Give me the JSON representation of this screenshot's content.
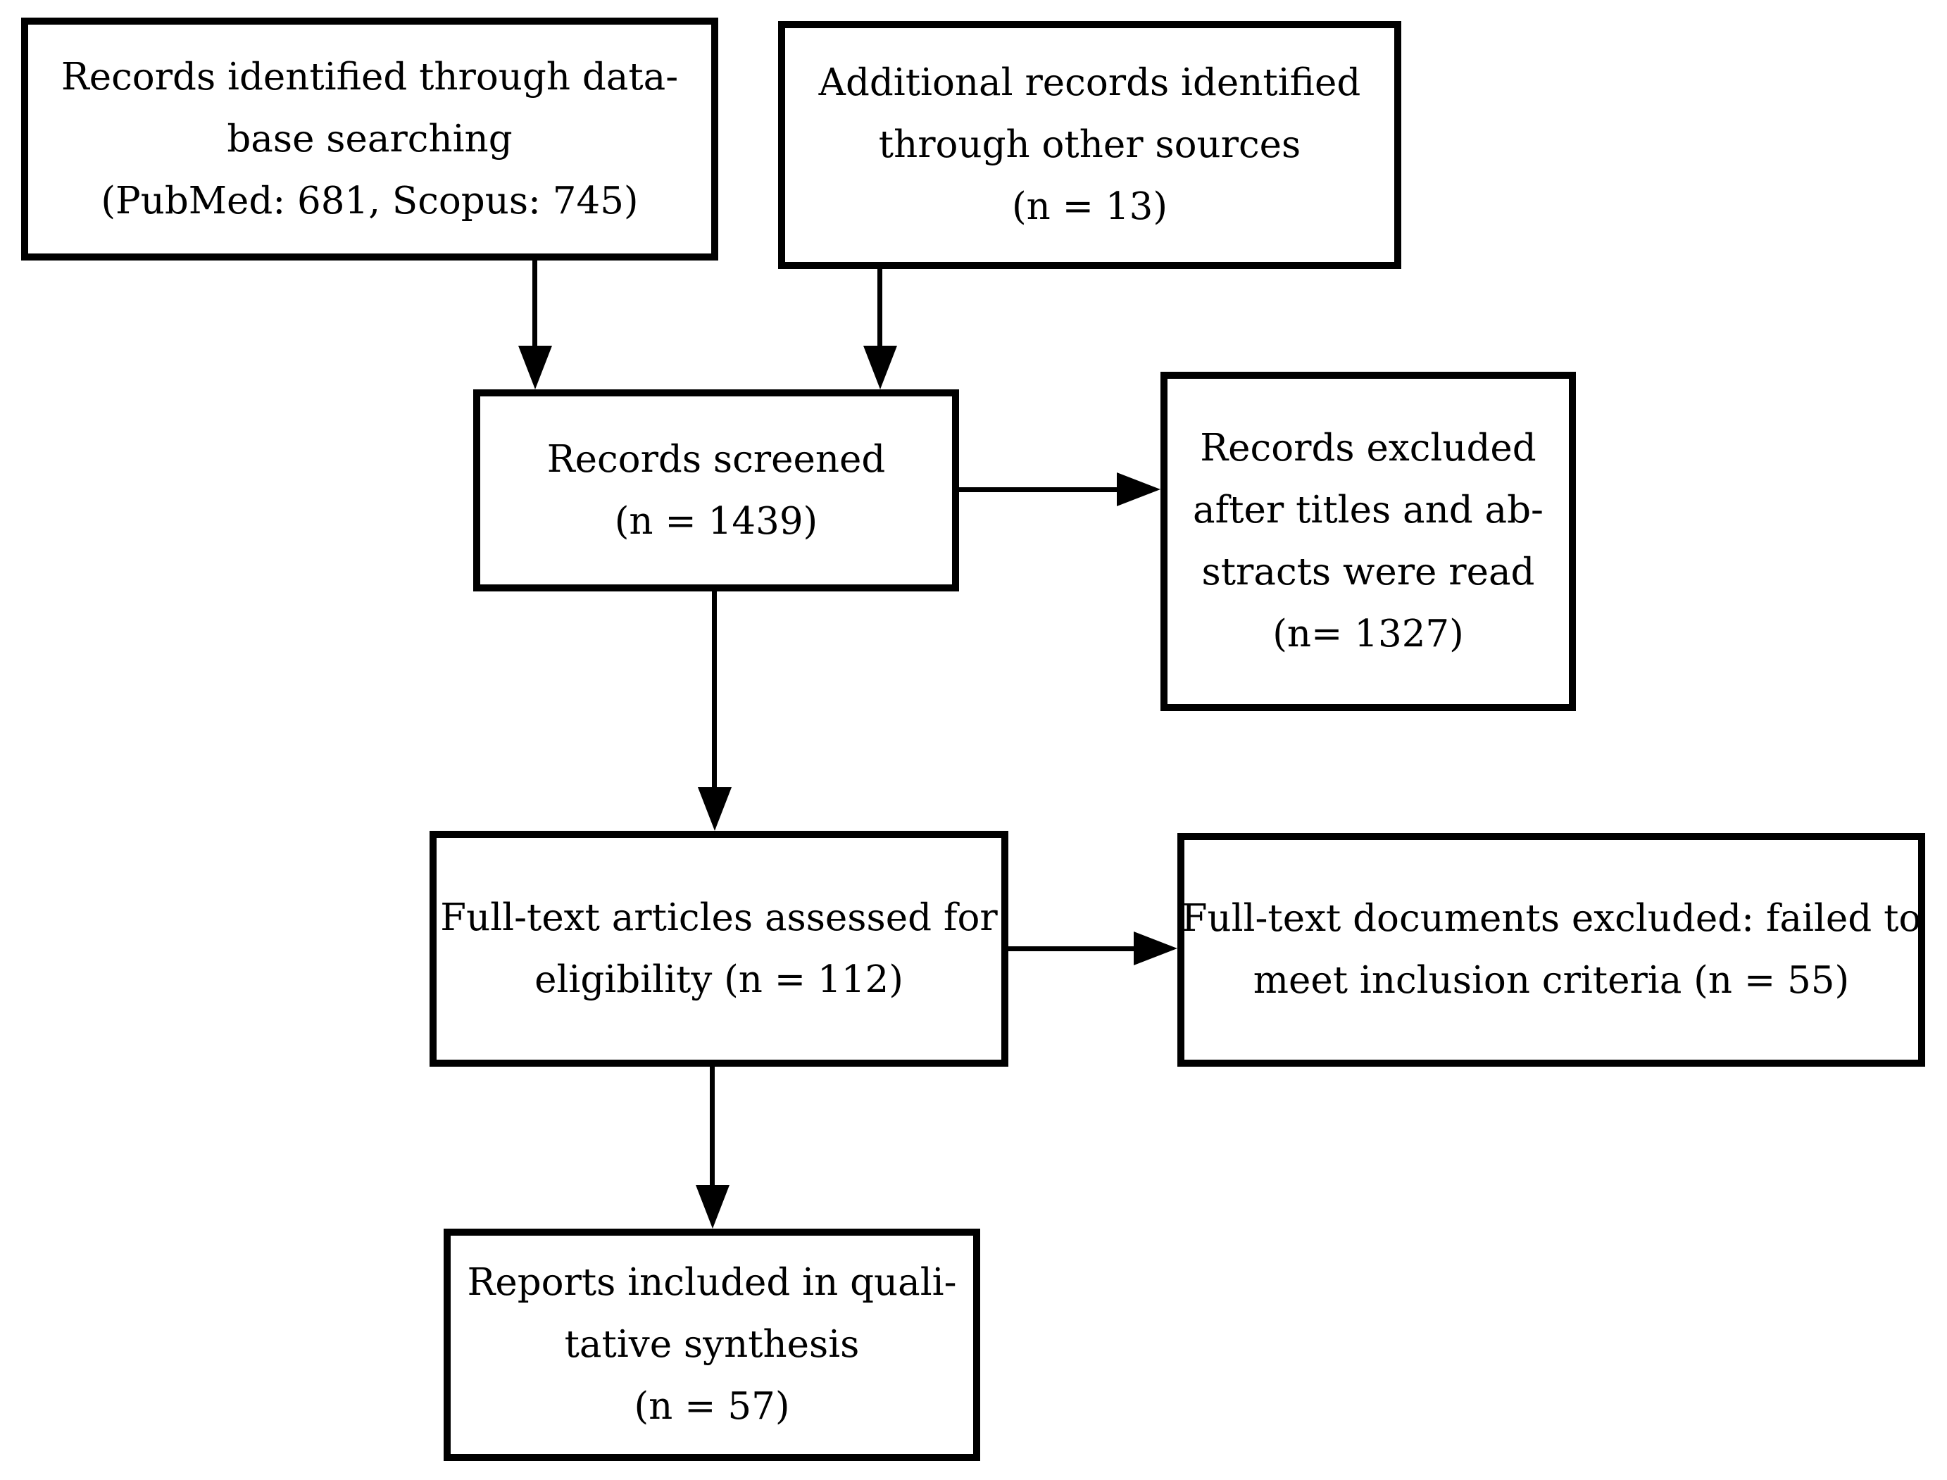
{
  "diagram": {
    "kind": "prisma-flow-diagram",
    "background_color": "#ffffff",
    "line_color": "#000000",
    "text_color": "#000000"
  },
  "boxes": {
    "records_identified": {
      "lines": [
        "Records identified through data-",
        "base searching",
        "(PubMed: 681, Scopus: 745)"
      ]
    },
    "additional_records": {
      "lines": [
        "Additional records identified",
        "through other sources",
        "(n = 13)"
      ]
    },
    "records_screened": {
      "lines": [
        "Records screened",
        "(n = 1439)"
      ]
    },
    "records_excluded": {
      "lines": [
        "Records excluded",
        "after titles and ab-",
        "stracts were read",
        "(n= 1327)"
      ]
    },
    "fulltext_assessed": {
      "lines": [
        "Full-text articles assessed for",
        "eligibility (n = 112)"
      ]
    },
    "fulltext_excluded": {
      "lines": [
        "Full-text documents excluded: failed to",
        "meet inclusion criteria (n = 55)"
      ]
    },
    "reports_included": {
      "lines": [
        "Reports included in quali-",
        "tative synthesis",
        "(n = 57)"
      ]
    }
  },
  "connections": [
    {
      "from": "records_identified",
      "to": "records_screened",
      "direction": "down"
    },
    {
      "from": "additional_records",
      "to": "records_screened",
      "direction": "down"
    },
    {
      "from": "records_screened",
      "to": "records_excluded",
      "direction": "right"
    },
    {
      "from": "records_screened",
      "to": "fulltext_assessed",
      "direction": "down"
    },
    {
      "from": "fulltext_assessed",
      "to": "fulltext_excluded",
      "direction": "right"
    },
    {
      "from": "fulltext_assessed",
      "to": "reports_included",
      "direction": "down"
    }
  ]
}
